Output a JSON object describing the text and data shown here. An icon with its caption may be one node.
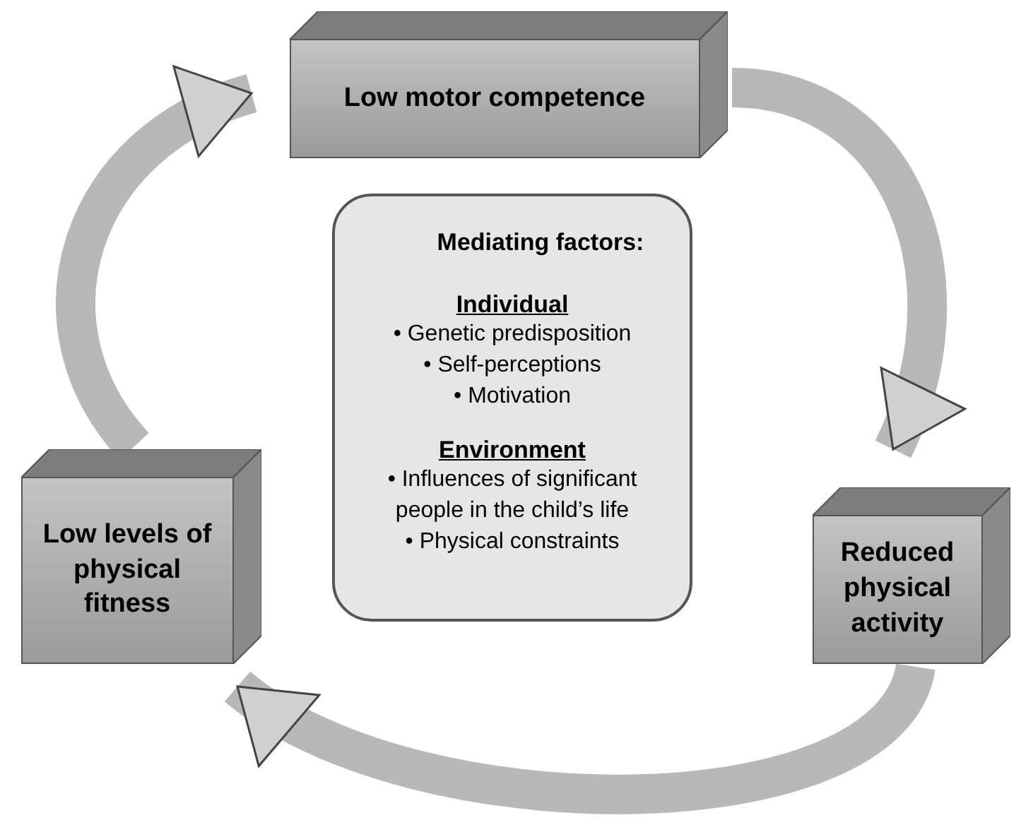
{
  "diagram": {
    "nodes": [
      {
        "text": [
          "Low motor competence"
        ]
      },
      {
        "text": [
          "Mediating factors:",
          "Individual",
          "• Genetic predisposition",
          "• Self-perceptions",
          "• Motivation",
          "Environment",
          "• Influences of significant people in the child’s life",
          "• Physical constraints"
        ]
      },
      {
        "text": [
          "Low levels of physical fitness"
        ]
      },
      {
        "text": [
          "Reduced physical activity"
        ]
      }
    ],
    "edges": [
      {
        "from": 0,
        "to": 3,
        "arrow": "to"
      },
      {
        "from": 3,
        "to": 2,
        "arrow": "to"
      },
      {
        "from": 2,
        "to": 0,
        "arrow": "to"
      }
    ]
  }
}
